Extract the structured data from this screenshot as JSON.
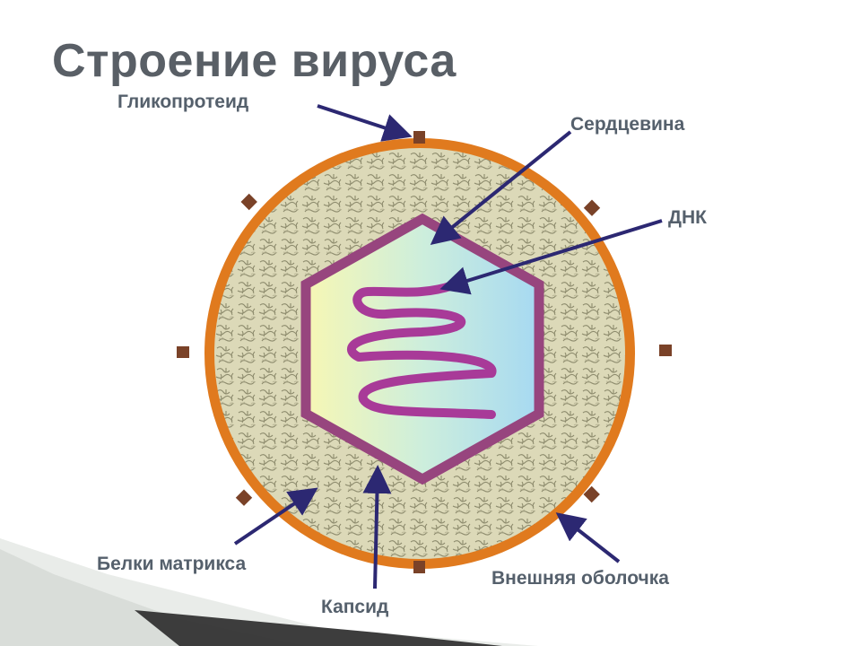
{
  "slide": {
    "title": "Строение вируса"
  },
  "diagram": {
    "labels": {
      "glycoprotein": "Гликопротеид",
      "core": "Сердцевина",
      "dna": "ДНК",
      "matrix_proteins": "Белки матрикса",
      "capsid": "Капсид",
      "outer_envelope": "Внешняя оболочка"
    },
    "colors": {
      "envelope": "#e07a1e",
      "matrix": "#d9d6b4",
      "capsid_border": "#97457e",
      "capsid_fill_left": "#f7f7b4",
      "capsid_fill_right": "#a6d9f2",
      "dna": "#a83a98",
      "arrow": "#2c2872",
      "glycoprotein": "#7a4228",
      "label_text": "#55606c",
      "title_text": "#595f66"
    }
  }
}
